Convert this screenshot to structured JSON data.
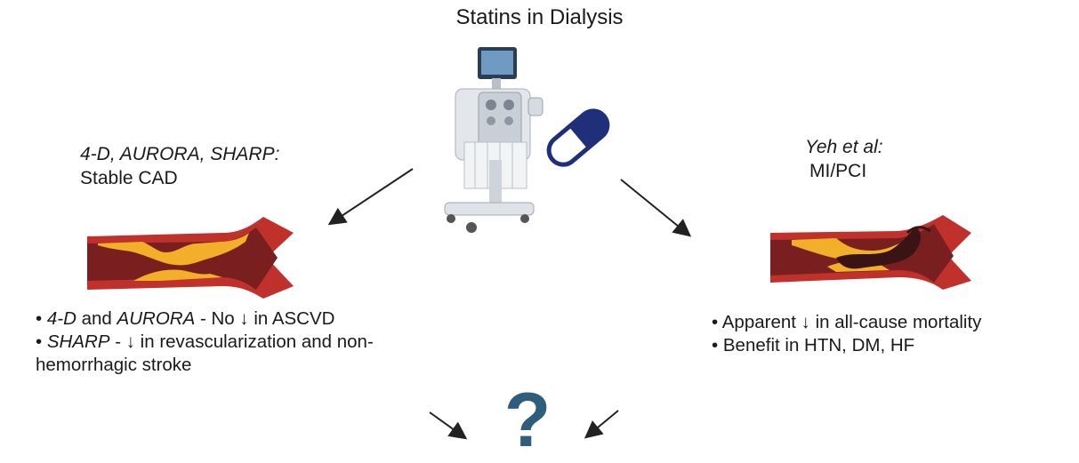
{
  "title": "Statins in Dialysis",
  "left": {
    "studies_label": "4-D, AURORA, SHARP:",
    "population": "Stable CAD",
    "bullet1": {
      "prefix": "• ",
      "italic": "4-D",
      "mid": " and ",
      "italic2": "AURORA",
      "rest": " - No ↓ in ASCVD"
    },
    "bullet2": {
      "prefix": "• ",
      "italic": "SHARP",
      "rest": " - ↓ in revascularization and non-"
    },
    "bullet2_cont": "hemorrhagic stroke"
  },
  "right": {
    "studies_label": "Yeh et al:",
    "population": "MI/PCI",
    "bullet1": "• Apparent ↓ in all-cause mortality",
    "bullet2": "• Benefit in HTN, DM, HF"
  },
  "conclusion": "?",
  "icons": [
    "dialysis-machine-icon",
    "statin-pill-icon",
    "stable-plaque-artery-icon",
    "ruptured-plaque-artery-icon"
  ],
  "colors": {
    "artery_wall": "#c0312c",
    "artery_lumen": "#7a1f1f",
    "plaque": "#f2b02a",
    "pill_blue": "#1f2f7a",
    "question": "#2e5d7e",
    "arrow": "#222222"
  }
}
